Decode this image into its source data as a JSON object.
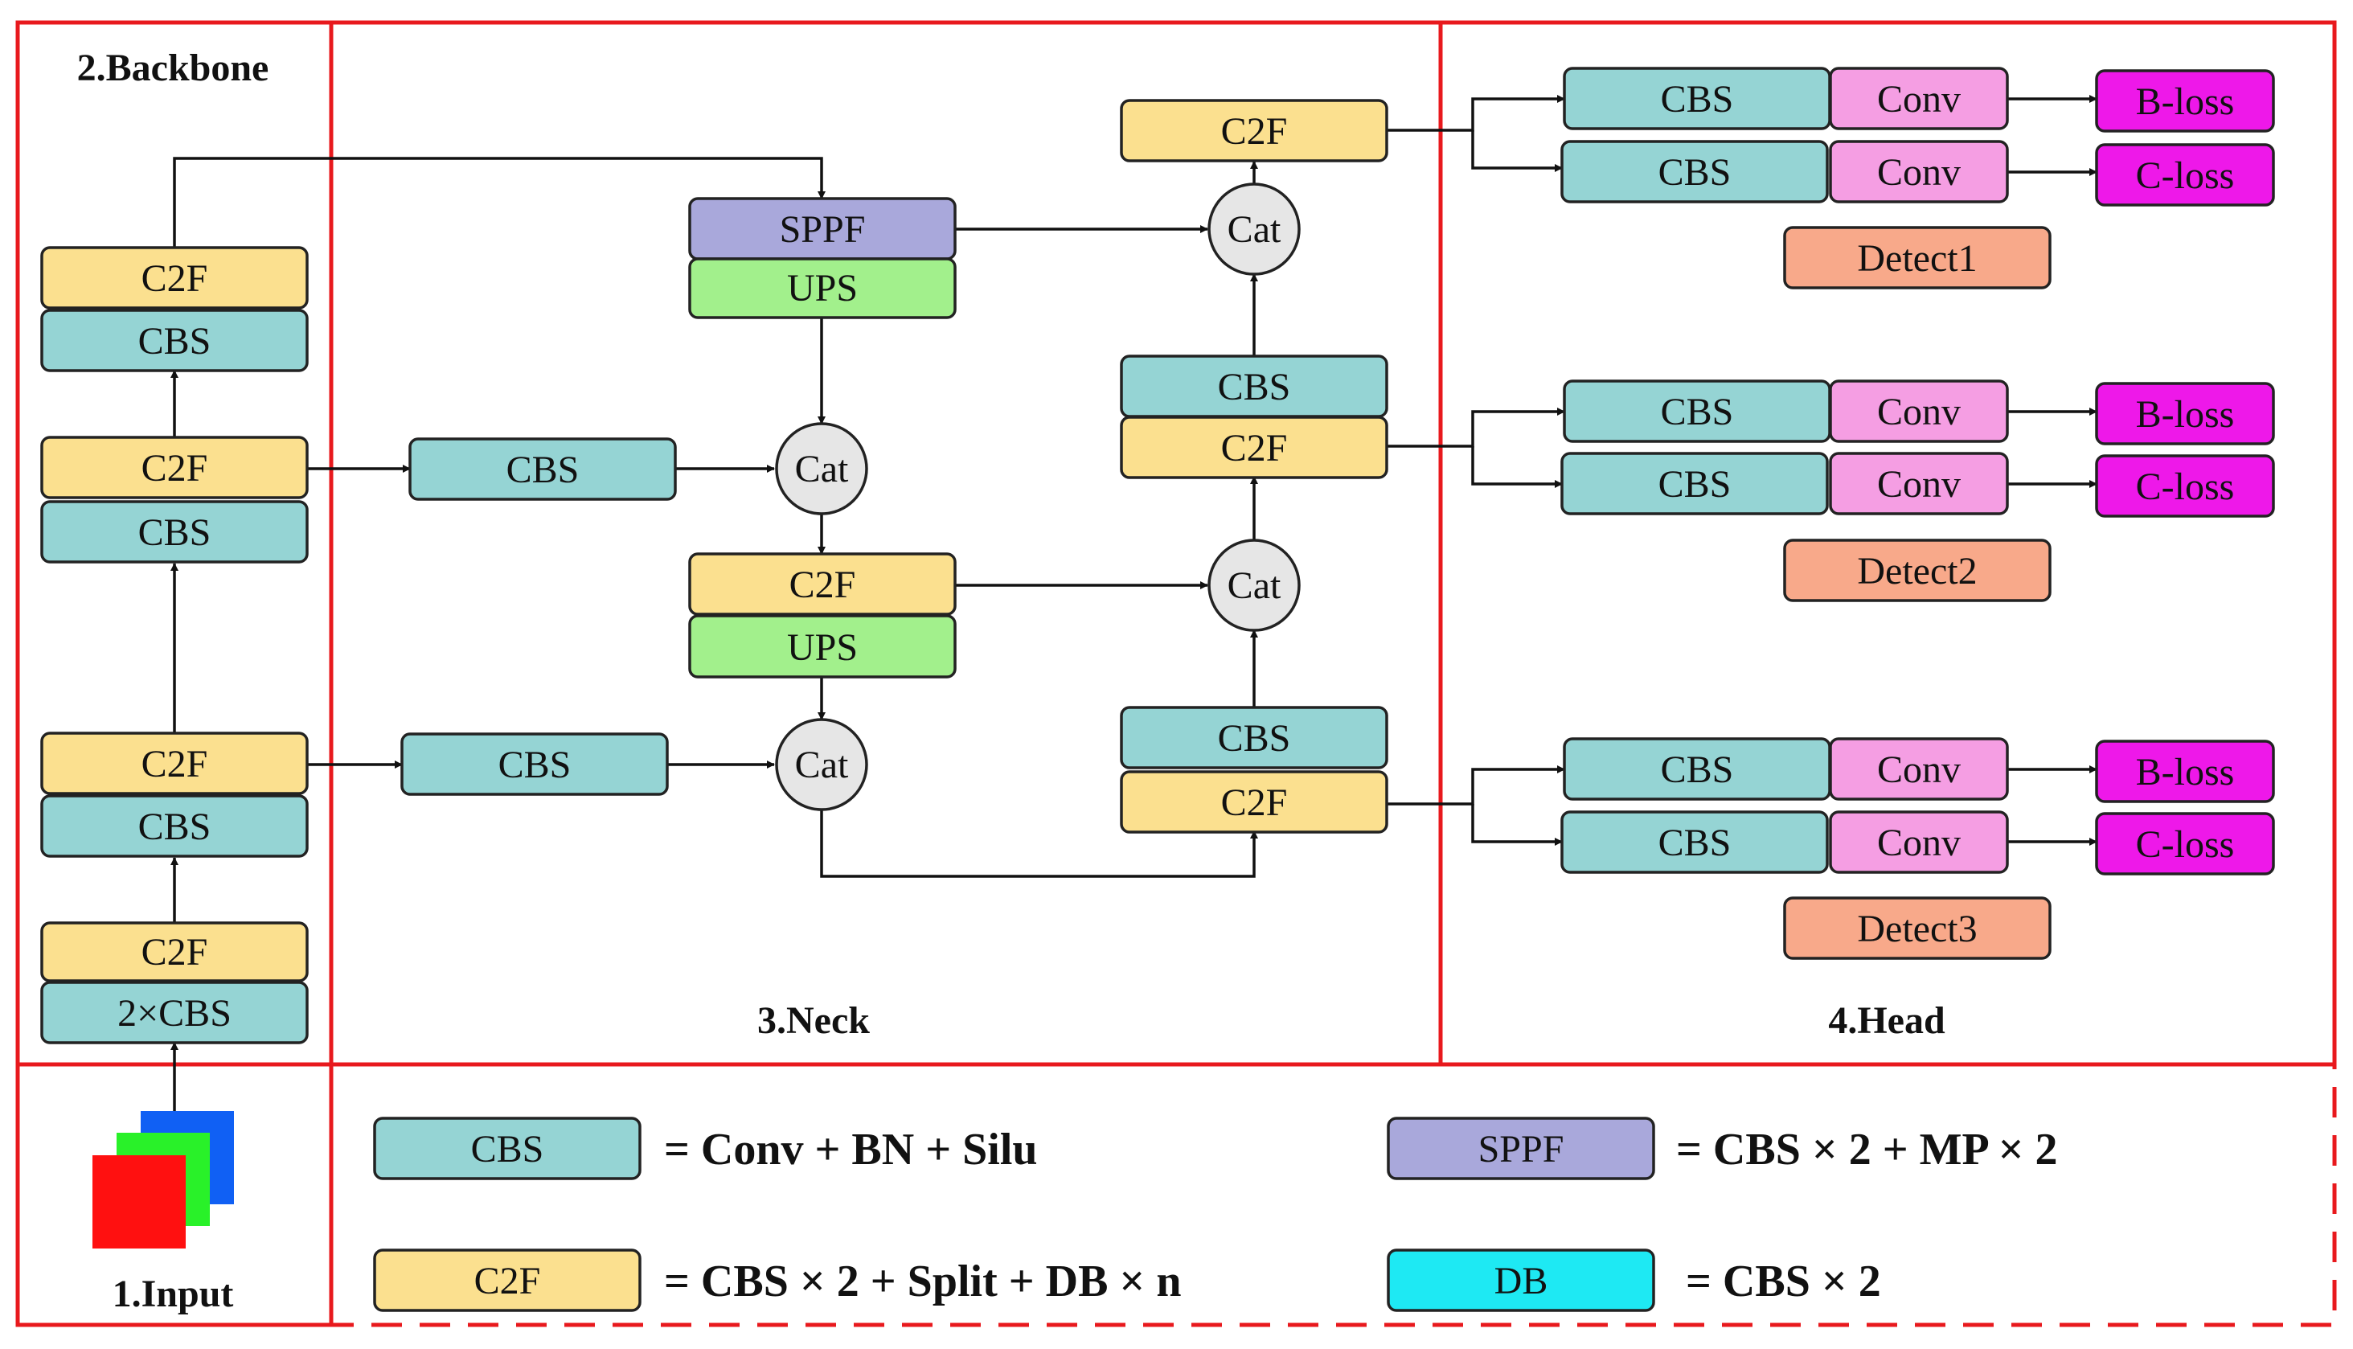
{
  "colors": {
    "cbs": "#95d4d4",
    "c2f": "#fbe08f",
    "sppf": "#a9a8db",
    "ups": "#a2f08c",
    "conv": "#f59ee3",
    "loss": "#ee18e9",
    "detect": "#f8a98a",
    "db": "#1ee9f3",
    "cat": "#e6e6e6",
    "frame": "#e8191d",
    "input_red": "#ff1010",
    "input_green": "#29f129",
    "input_blue": "#1060f4"
  },
  "sections": {
    "input": "1.Input",
    "backbone": "2.Backbone",
    "neck": "3.Neck",
    "head": "4.Head"
  },
  "blocks": {
    "cbs": "CBS",
    "c2f": "C2F",
    "sppf": "SPPF",
    "ups": "UPS",
    "cat": "Cat",
    "conv": "Conv",
    "two_cbs": "2×CBS",
    "b_loss": "B-loss",
    "c_loss": "C-loss",
    "db": "DB"
  },
  "detect": [
    "Detect1",
    "Detect2",
    "Detect3"
  ],
  "legend": {
    "cbs_def": "= Conv + BN + Silu",
    "c2f_def": "= CBS × 2 + Split + DB × n",
    "sppf_def": "= CBS × 2 + MP × 2",
    "db_def": "= CBS × 2"
  }
}
